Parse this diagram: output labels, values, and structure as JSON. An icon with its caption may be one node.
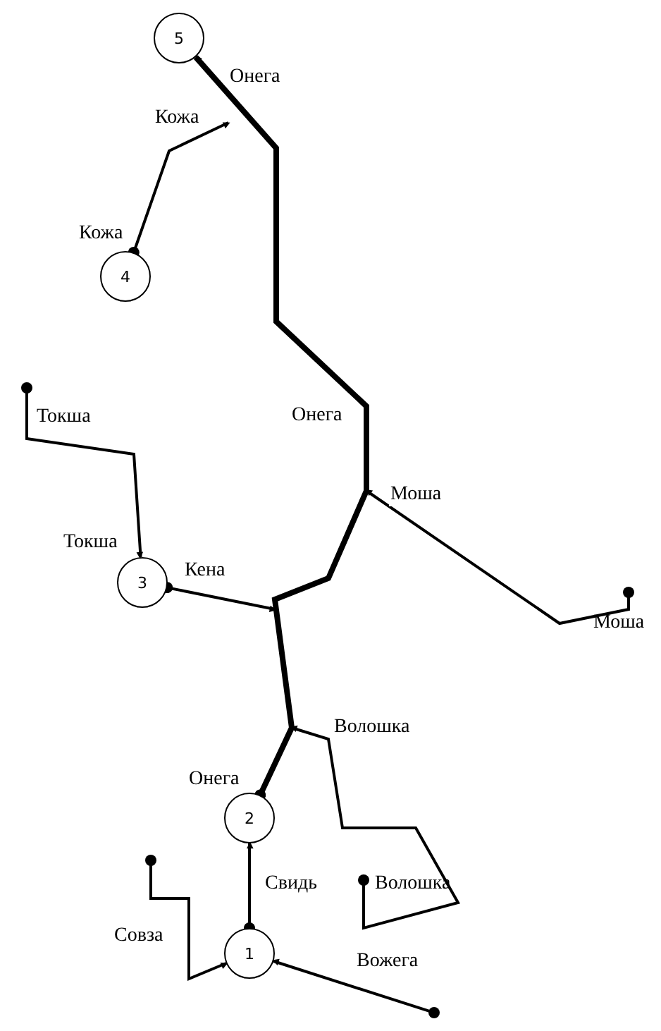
{
  "diagram": {
    "nodes": [
      {
        "text": [
          "5"
        ],
        "beside": [
          "Онега"
        ]
      },
      {
        "text": [
          "4"
        ]
      },
      {
        "text": [],
        "shape": "dot",
        "beside": [
          "Токша"
        ]
      },
      {
        "text": [
          "3"
        ]
      },
      {
        "text": [],
        "shape": "dot",
        "beside": [
          "Моша"
        ]
      },
      {
        "text": [
          "2"
        ]
      },
      {
        "text": [],
        "shape": "dot"
      },
      {
        "text": [],
        "shape": "dot",
        "beside": [
          "Волошка"
        ]
      },
      {
        "text": [
          "1"
        ]
      },
      {
        "text": [],
        "shape": "dot"
      }
    ],
    "edges": [
      {
        "from": 6,
        "to": 8,
        "arrow": "to",
        "label": "Совза"
      },
      {
        "from": 9,
        "to": 8,
        "arrow": "to",
        "label": "Вожега"
      },
      {
        "from": 8,
        "to": 5,
        "arrow": "to",
        "label": "Свидь"
      },
      {
        "from": 5,
        "to": 0,
        "arrow": "to",
        "label": "Онега",
        "style": "thick"
      },
      {
        "from": 7,
        "to": null,
        "arrow": "to",
        "label": "Волошка"
      },
      {
        "from": 3,
        "to": null,
        "arrow": "to",
        "label": "Кена"
      },
      {
        "from": 2,
        "to": 3,
        "arrow": "to",
        "label": "Токша"
      },
      {
        "from": 4,
        "to": null,
        "arrow": "to",
        "label": "Моша"
      },
      {
        "from": 1,
        "to": null,
        "arrow": "to",
        "label": "Кожа"
      }
    ],
    "labels": [
      "Кожа",
      "Онега"
    ]
  }
}
